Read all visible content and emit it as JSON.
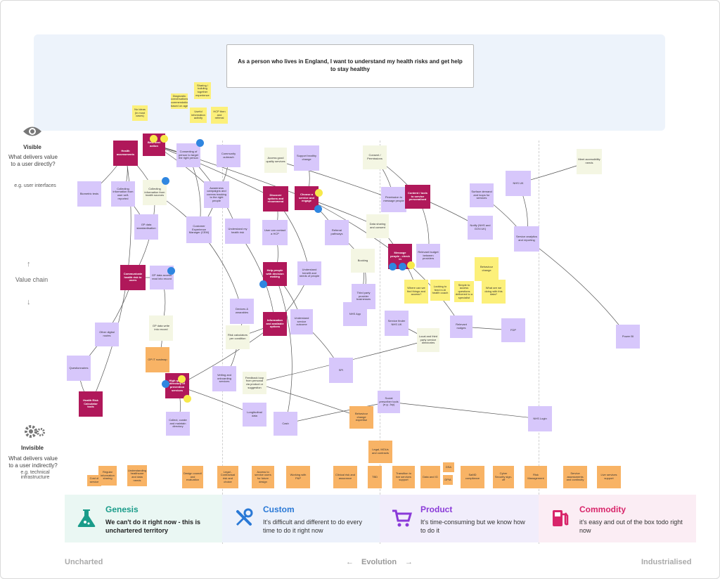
{
  "story": "As a person who lives in England, I want to understand my health risks and get help to stay healthy",
  "visible": {
    "title": "Visible",
    "text": "What delivers value to a user directly?",
    "example": "e.g. user interfaces"
  },
  "value_chain": "Value chain",
  "invisible": {
    "title": "Invisible",
    "text": "What delivers value to a user indirectly?",
    "example": "e.g. technical infrastructure"
  },
  "stages": [
    {
      "name": "Genesis",
      "desc": "We can't do it right now - this is unchartered territory",
      "color": "#1a9c8a"
    },
    {
      "name": "Custom",
      "desc": "It's difficult and different to do every time to do it right now",
      "color": "#2a79d6"
    },
    {
      "name": "Product",
      "desc": "It's time-consuming but we know how to do it",
      "color": "#8a3ad8"
    },
    {
      "name": "Commodity",
      "desc": "it's easy and out of the box todo right now",
      "color": "#d8256a"
    }
  ],
  "axis": {
    "left": "Uncharted",
    "center": "Evolution",
    "right": "Industrialised"
  },
  "nodes": [
    {
      "t": "No ideas (in most cases)",
      "k": "y"
    },
    {
      "t": "Diagnostic conversations recommendations based on age",
      "k": "y"
    },
    {
      "t": "Useful information activity",
      "k": "y"
    },
    {
      "t": "Sharing / building together experience",
      "k": "y"
    },
    {
      "t": "HCP then and referral",
      "k": "y"
    },
    {
      "t": "Health assessments",
      "k": "m"
    },
    {
      "t": "Best next action",
      "k": "m"
    },
    {
      "t": "Consenting of person to target the right person",
      "k": "p"
    },
    {
      "t": "Community outreach",
      "k": "p"
    },
    {
      "t": "Access good quality services",
      "k": "c"
    },
    {
      "t": "Support healthy change",
      "k": "p"
    },
    {
      "t": "Consent / Permissions",
      "k": "c"
    },
    {
      "t": "Meet accessibility needs",
      "k": "c"
    },
    {
      "t": "Biometric tests",
      "k": "p"
    },
    {
      "t": "Collecting information from user self-reported",
      "k": "p"
    },
    {
      "t": "Collecting information from health sources",
      "k": "c"
    },
    {
      "t": "Awareness campaigns and comms tracking to the right people",
      "k": "p"
    },
    {
      "t": "Discover options and recommend",
      "k": "m"
    },
    {
      "t": "Choose a service and engage",
      "k": "m"
    },
    {
      "t": "Permission to message people",
      "k": "p"
    },
    {
      "t": "Content / tools to service personalised",
      "k": "m"
    },
    {
      "t": "Surface demand and loops for services",
      "k": "p"
    },
    {
      "t": "NHS UK",
      "k": "p"
    },
    {
      "t": "GP data standardisation",
      "k": "p"
    },
    {
      "t": "Customer Experience Manager (CEM)",
      "k": "p"
    },
    {
      "t": "Understand my health risk",
      "k": "p"
    },
    {
      "t": "User can contact a HCP",
      "k": "p"
    },
    {
      "t": "Referral pathways",
      "k": "p"
    },
    {
      "t": "Data sharing and consent",
      "k": "c"
    },
    {
      "t": "Notify (NHS and GOV.UK)",
      "k": "p"
    },
    {
      "t": "Service analytics and reporting",
      "k": "p"
    },
    {
      "t": "Message people - check in",
      "k": "m"
    },
    {
      "t": "Relevant budget between providers",
      "k": "p"
    },
    {
      "t": "Communicate health risk to users",
      "k": "m"
    },
    {
      "t": "GP data access read into record",
      "k": "p"
    },
    {
      "t": "Help people with decision making",
      "k": "m"
    },
    {
      "t": "Understand benefit and needs of people",
      "k": "p"
    },
    {
      "t": "Booking",
      "k": "c"
    },
    {
      "t": "Behaviour change",
      "k": "y"
    },
    {
      "t": "What are we doing with this data?",
      "k": "y"
    },
    {
      "t": "Where can we find things and access?",
      "k": "y"
    },
    {
      "t": "Looking to feed in AI health coach",
      "k": "y"
    },
    {
      "t": "Simple to access questions delivered to a specialist",
      "k": "y"
    },
    {
      "t": "Third party provider businesses",
      "k": "p"
    },
    {
      "t": "NHS App",
      "k": "p"
    },
    {
      "t": "Devices & wearables",
      "k": "p"
    },
    {
      "t": "Information and available options",
      "k": "m"
    },
    {
      "t": "Understand service outcome",
      "k": "p"
    },
    {
      "t": "Service finder NHS UK",
      "k": "p"
    },
    {
      "t": "Relevant nudges",
      "k": "p"
    },
    {
      "t": "FDP",
      "k": "p"
    },
    {
      "t": "Power BI",
      "k": "p"
    },
    {
      "t": "Other digital routes",
      "k": "p"
    },
    {
      "t": "GP data write into record",
      "k": "c"
    },
    {
      "t": "Risk calculators per condition",
      "k": "c"
    },
    {
      "t": "Local and third party service directories",
      "k": "c"
    },
    {
      "t": "GP IT roadmap",
      "k": "o"
    },
    {
      "t": "Questionnaires",
      "k": "p"
    },
    {
      "t": "SPI",
      "k": "p"
    },
    {
      "t": "Vetting and onboarding services",
      "k": "p"
    },
    {
      "t": "Feedback loop from personal via product or suggestion",
      "k": "c"
    },
    {
      "t": "High quality directory of prevention services",
      "k": "m"
    },
    {
      "t": "Health Risk Calculator tools",
      "k": "m"
    },
    {
      "t": "Collect, curate and maintain directory",
      "k": "p"
    },
    {
      "t": "Longitudinal data",
      "k": "p"
    },
    {
      "t": "Cash",
      "k": "p"
    },
    {
      "t": "Social prescriber tools (e.g. Joy)",
      "k": "p"
    },
    {
      "t": "Behaviour change expertise",
      "k": "o"
    },
    {
      "t": "NHS Login",
      "k": "p"
    },
    {
      "t": "Legal, MOUs and contracts",
      "k": "o"
    },
    {
      "t": "Cost of service",
      "k": "o"
    },
    {
      "t": "Regular information sharing",
      "k": "o"
    },
    {
      "t": "Understanding healthcare and data needs",
      "k": "o"
    },
    {
      "t": "Design council and evaluation",
      "k": "o"
    },
    {
      "t": "Legal - Contractual risk and choice",
      "k": "o"
    },
    {
      "t": "Access to service users for future design",
      "k": "o"
    },
    {
      "t": "Working with P&P",
      "k": "o"
    },
    {
      "t": "Clinical risk and assurance",
      "k": "o"
    },
    {
      "t": "TBD",
      "k": "o"
    },
    {
      "t": "Transition to live services support",
      "k": "o"
    },
    {
      "t": "Data and IG",
      "k": "o"
    },
    {
      "t": "DSA",
      "k": "o"
    },
    {
      "t": "DPIA",
      "k": "o"
    },
    {
      "t": "SaMD compliance",
      "k": "o"
    },
    {
      "t": "Cyber Security sign-off",
      "k": "o"
    },
    {
      "t": "Risk Management",
      "k": "o"
    },
    {
      "t": "Service assessments and continuity",
      "k": "o"
    },
    {
      "t": "Live services support",
      "k": "o"
    }
  ]
}
